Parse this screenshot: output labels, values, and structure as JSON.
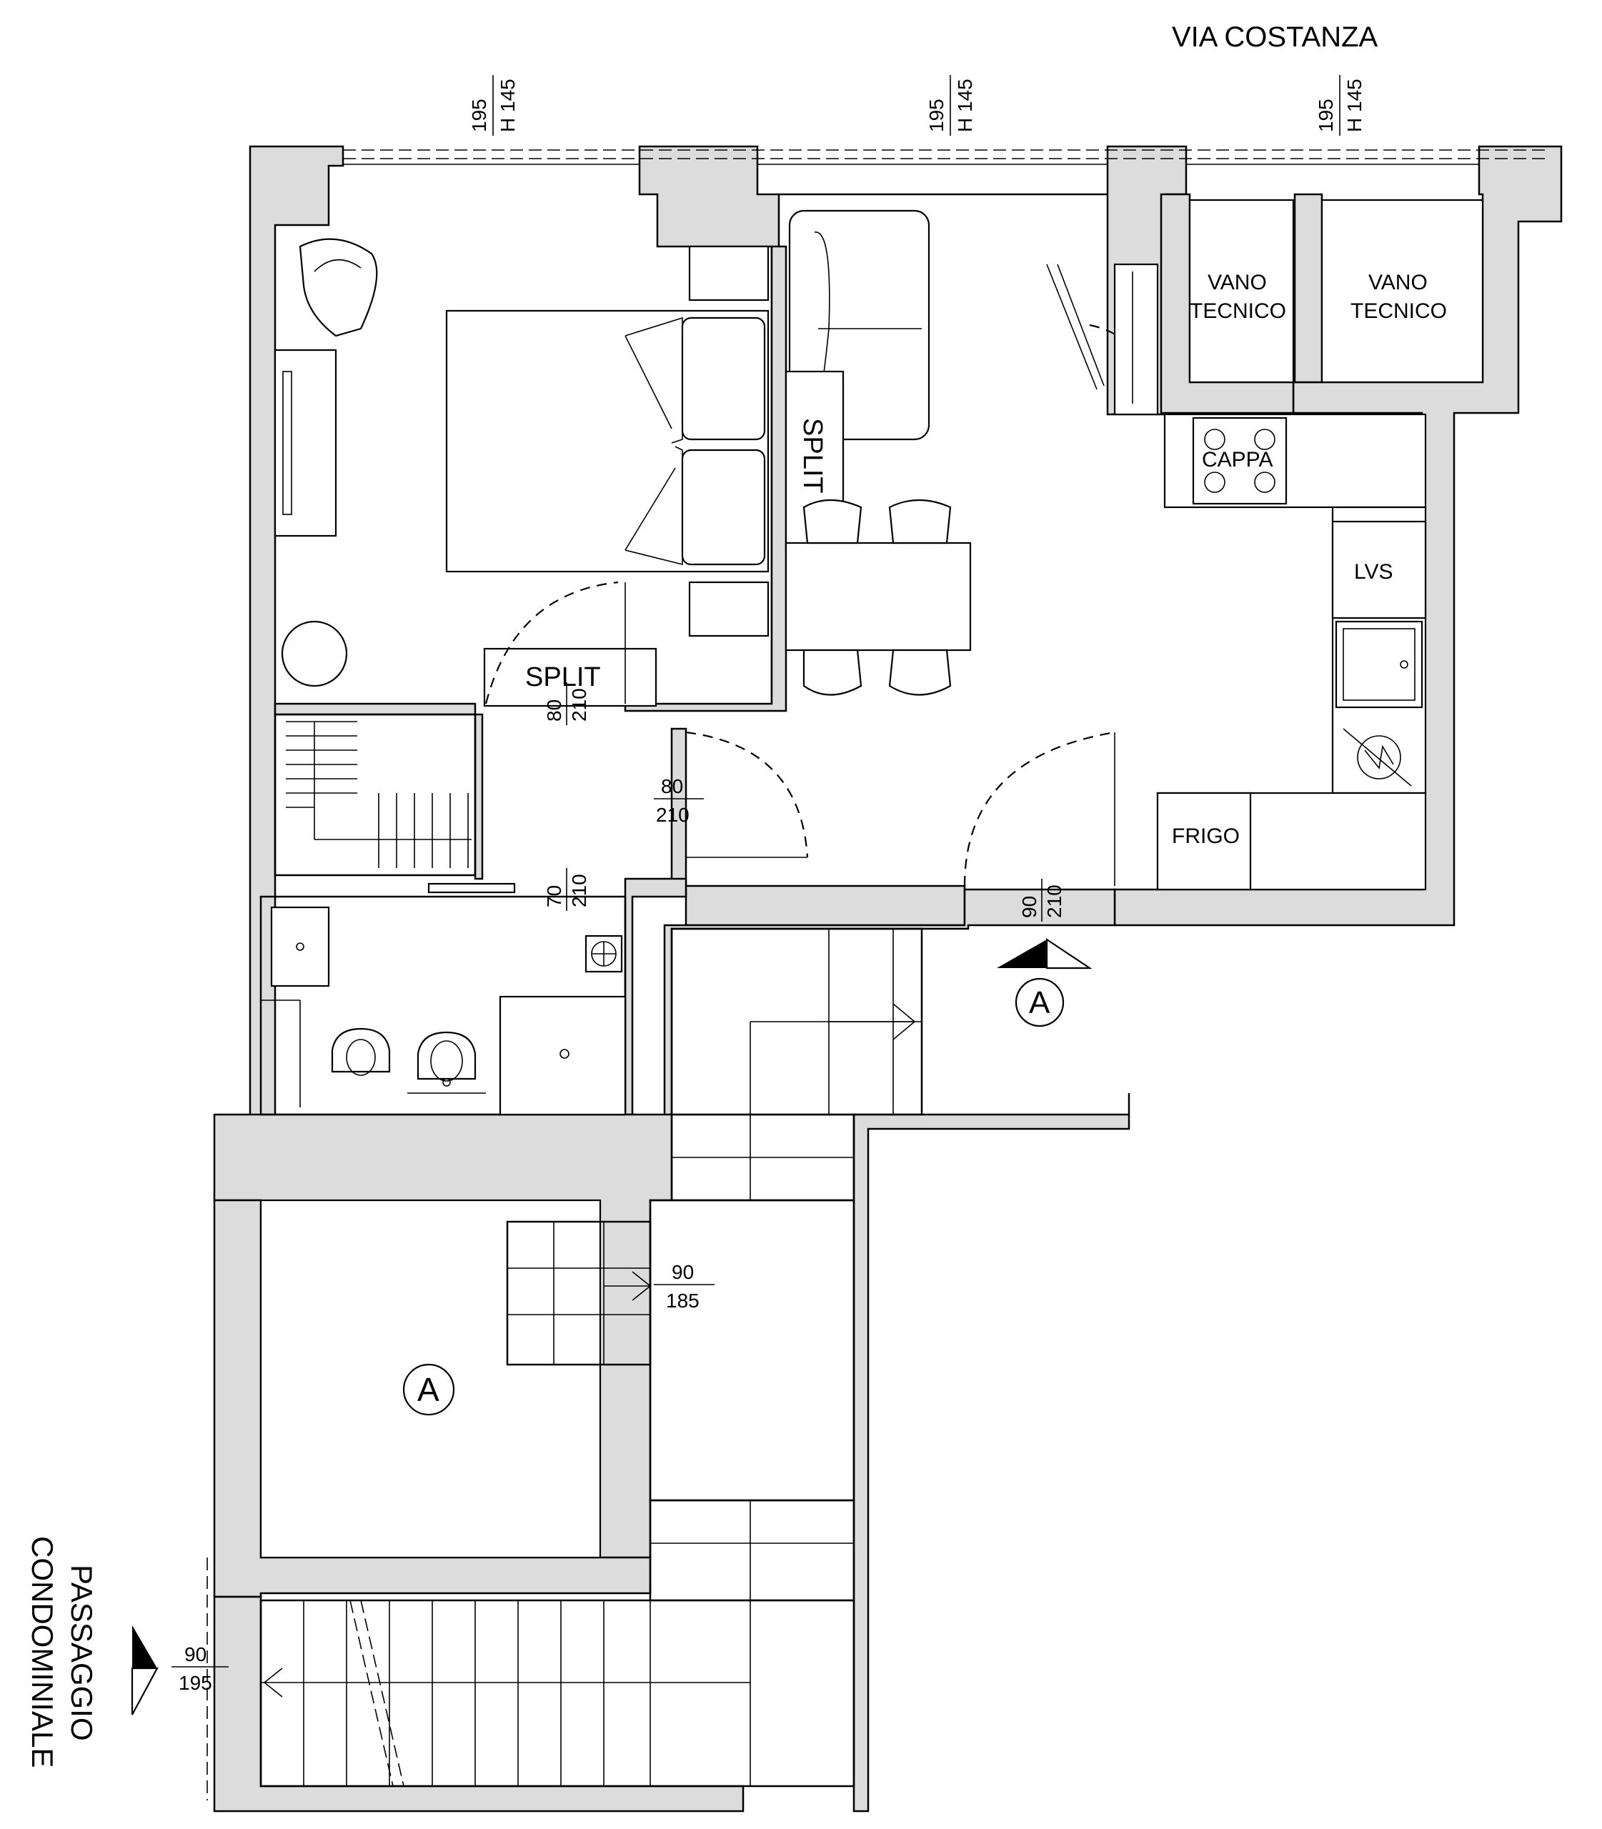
{
  "street": "VIA COSTANZA",
  "passage": {
    "line1": "PASSAGGIO",
    "line2": "CONDOMINIALE"
  },
  "windows": [
    {
      "w": "195",
      "h": "H 145"
    },
    {
      "w": "195",
      "h": "H 145"
    },
    {
      "w": "195",
      "h": "H 145"
    }
  ],
  "rooms": {
    "vano1": {
      "line1": "VANO",
      "line2": "TECNICO"
    },
    "vano2": {
      "line1": "VANO",
      "line2": "TECNICO"
    },
    "cappa": "CAPPA",
    "lvs": "LVS",
    "frigo": "FRIGO",
    "split_bedroom": "SPLIT",
    "split_living": "SPLIT"
  },
  "doors": [
    {
      "w": "80",
      "h": "210"
    },
    {
      "w": "80",
      "h": "210"
    },
    {
      "w": "70",
      "h": "210"
    },
    {
      "w": "90",
      "h": "210"
    },
    {
      "w": "90",
      "h": "185"
    },
    {
      "w": "90",
      "h": "195"
    }
  ],
  "section_marks": [
    "A",
    "A"
  ]
}
